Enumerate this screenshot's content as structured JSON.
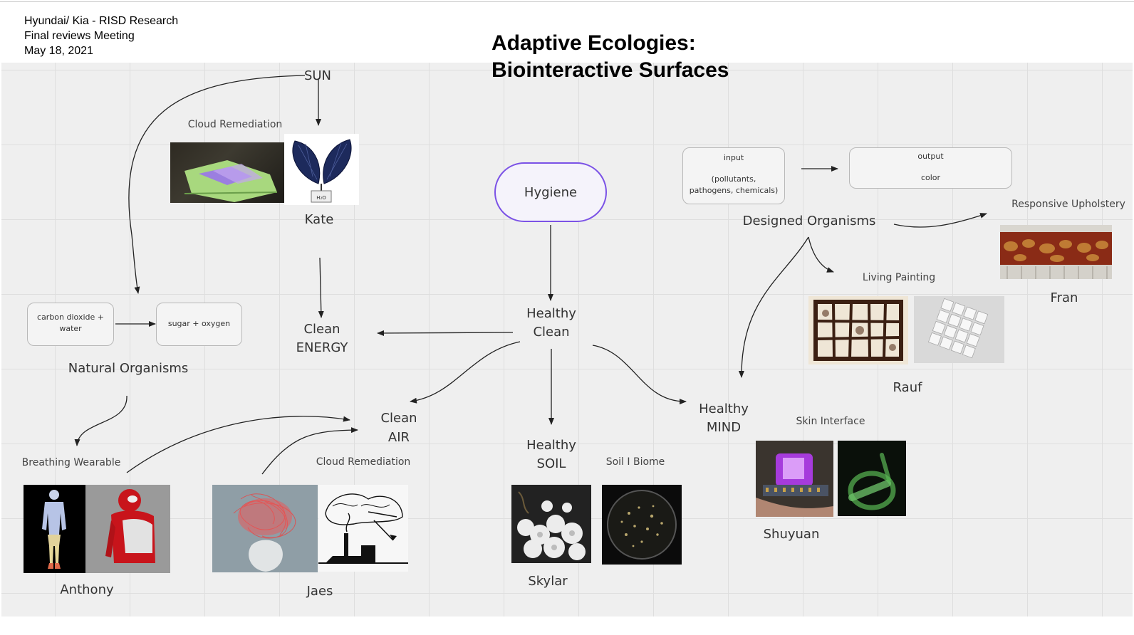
{
  "header": {
    "meta_lines": [
      "Hyundai/ Kia - RISD Research",
      "Final reviews Meeting",
      "May 18, 2021"
    ],
    "title_lines": [
      "Adaptive Ecologies:",
      "Biointeractive Surfaces"
    ]
  },
  "nodes": {
    "sun": "SUN",
    "cloud_remediation_top": "Cloud Remediation",
    "kate": "Kate",
    "carbon_box": [
      "carbon dioxide +",
      "water"
    ],
    "sugar_box": "sugar + oxygen",
    "natural_organisms": "Natural Organisms",
    "clean_energy": [
      "Clean",
      "ENERGY"
    ],
    "hygiene": "Hygiene",
    "healthy_clean": [
      "Healthy",
      "Clean"
    ],
    "clean_air": [
      "Clean",
      "AIR"
    ],
    "healthy_soil": [
      "Healthy",
      "SOIL"
    ],
    "healthy_mind": [
      "Healthy",
      "MIND"
    ],
    "input_box": [
      "input",
      "(pollutants,",
      "pathogens, chemicals)"
    ],
    "output_box": [
      "output",
      "color"
    ],
    "designed_organisms": "Designed Organisms",
    "responsive_upholstery": "Responsive Upholstery",
    "fran": "Fran",
    "living_painting": "Living Painting",
    "rauf": "Rauf",
    "skin_interface": "Skin Interface",
    "shuyuan": "Shuyuan",
    "breathing_wearable": "Breathing Wearable",
    "anthony": "Anthony",
    "cloud_remediation_bottom": "Cloud Remediation",
    "jaes": "Jaes",
    "soil_biome": "Soil I Biome",
    "skylar": "Skylar",
    "h2o_label": "H₂O"
  },
  "colors": {
    "hygiene_border": "#7b52e6",
    "grid": "#dedede",
    "board": "#efefef"
  }
}
